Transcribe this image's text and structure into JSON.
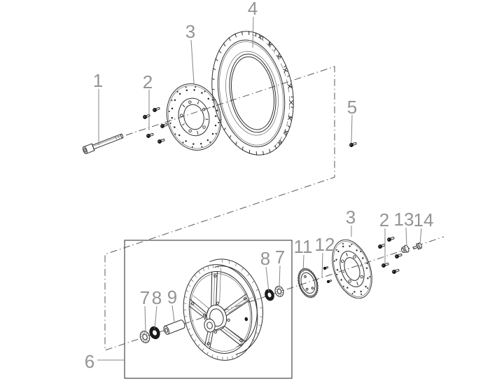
{
  "diagram": {
    "type": "exploded-parts-diagram",
    "subject": "motorcycle wheel assembly",
    "background": "#ffffff",
    "colors": {
      "line": "#2f2f2f",
      "label": "#949494",
      "dash_line": "#5a5a5a",
      "dark_fill": "#1c1c1c"
    },
    "labels": {
      "axle": "1",
      "screw_front": "2",
      "disc_front": "3",
      "tire": "4",
      "bolt_small": "5",
      "wheel_box": "6",
      "washer_left": "7",
      "bearing_left": "8",
      "spacer": "9",
      "bearing_right": "8",
      "washer_right": "7",
      "sprocket_ring": "11",
      "pin": "12",
      "disc_rear": "3",
      "screw_rear": "2",
      "flange_nut": "13",
      "hex_bolt": "14"
    }
  }
}
